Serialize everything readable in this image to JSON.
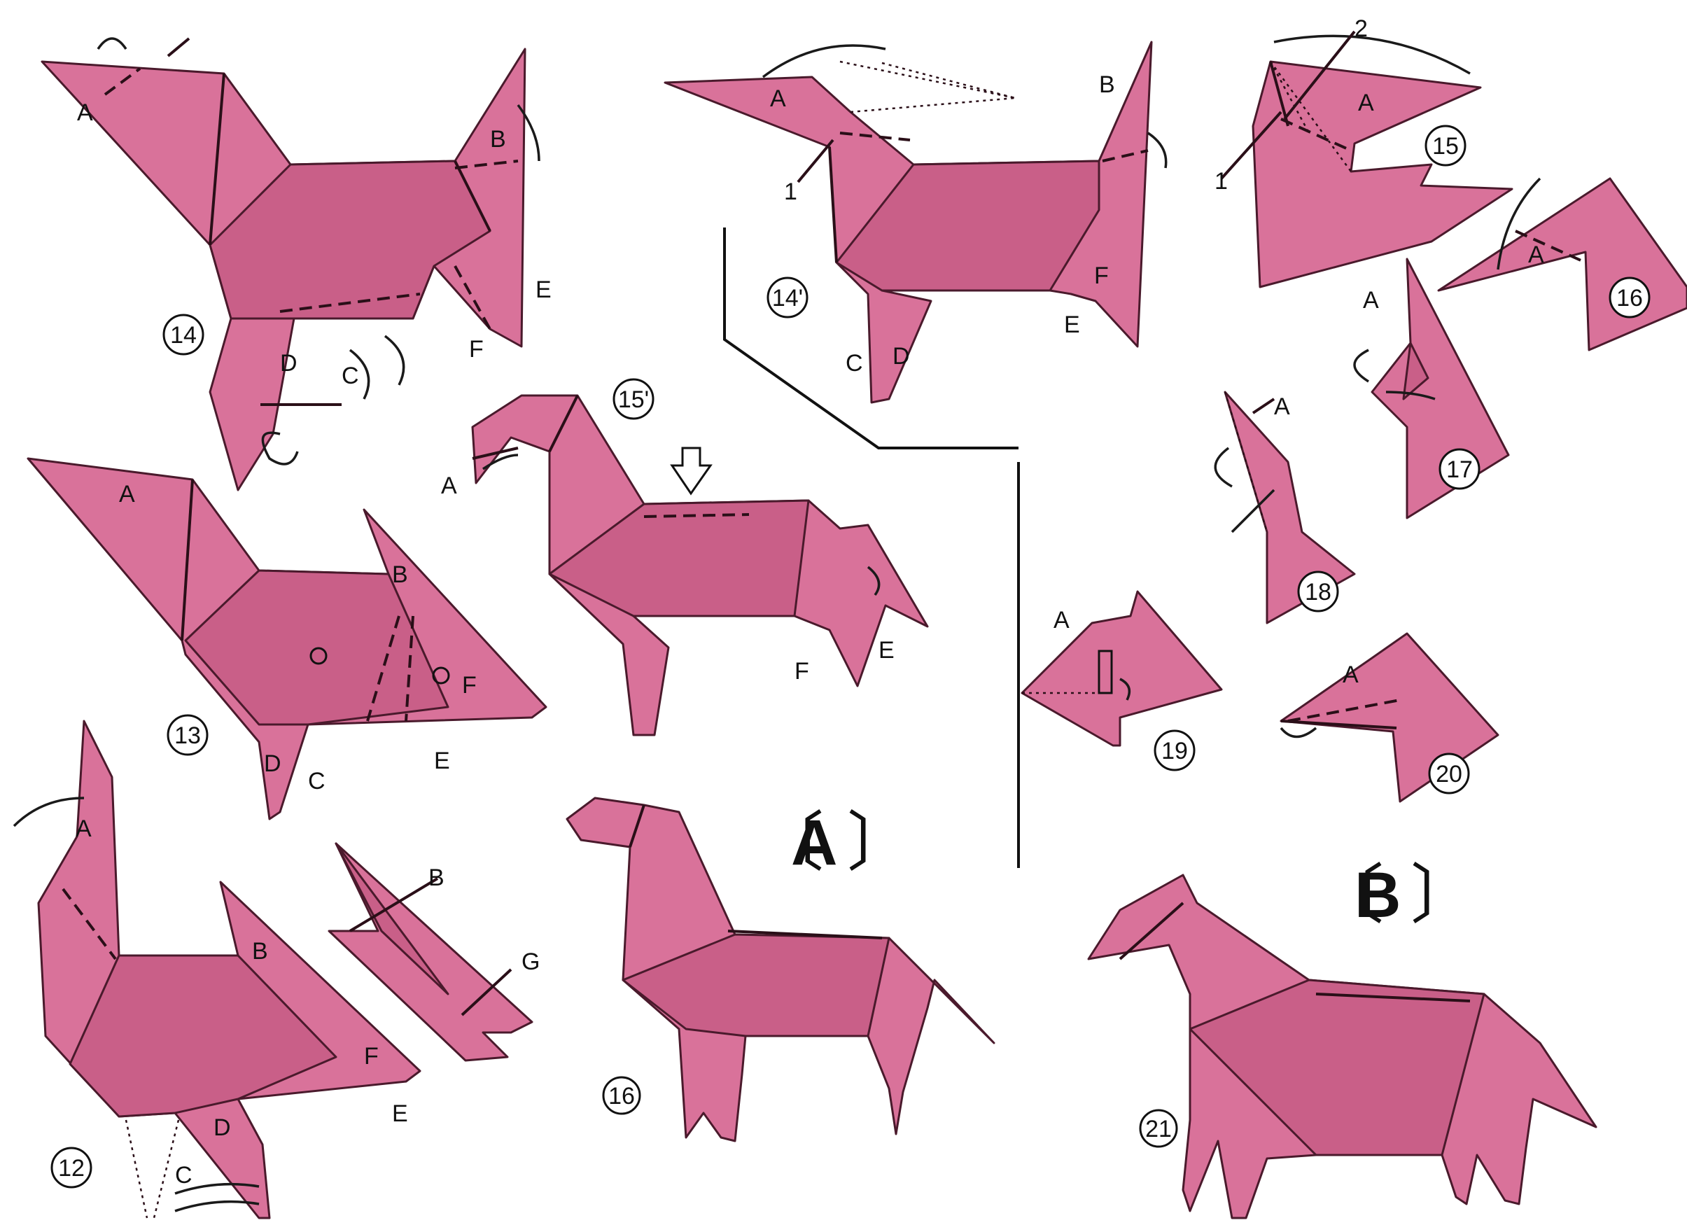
{
  "section_labels": {
    "a": "A",
    "b": "B"
  },
  "steps": {
    "s12": "12",
    "s13": "13",
    "s14": "14",
    "s14p": "14'",
    "s15": "15",
    "s15p": "15'",
    "s16": "16",
    "s17": "17",
    "s18": "18",
    "s19": "19",
    "s20": "20",
    "s21": "21",
    "s16b": "16"
  },
  "letters": {
    "a": "A",
    "b": "B",
    "c": "C",
    "d": "D",
    "e": "E",
    "f": "F",
    "g": "G"
  },
  "numbers": {
    "one": "1",
    "two": "2"
  },
  "colors": {
    "paper": "#d9729a",
    "paper_dark": "#c95f88",
    "line": "#4a1a2c"
  }
}
